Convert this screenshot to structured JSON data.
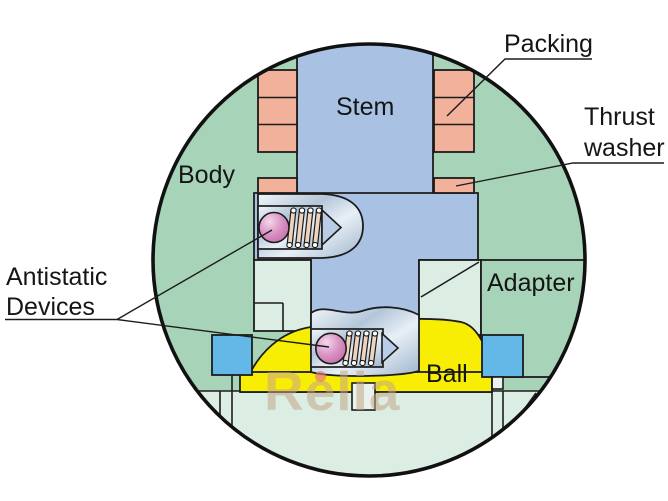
{
  "diagram": {
    "type": "ball-valve-cross-section-detail",
    "labels": {
      "stem": "Stem",
      "body": "Body",
      "packing": "Packing",
      "thrust_washer": "Thrust\nwasher",
      "antistatic_devices": "Antistatic\nDevices",
      "adapter": "Adapter",
      "ball": "Ball"
    },
    "watermark": {
      "text": "Relia"
    },
    "colors": {
      "body-green": "#a7d3b8",
      "pale-mint": "#dceee3",
      "stem-blue": "#a9c2e3",
      "packing-salmon": "#f2b19a",
      "seat-blue": "#63b8e8",
      "ball-yellow": "#f8ee04",
      "spring-tan": "#efd3bd",
      "device-pink": "#cf7ab5",
      "metal-silver": "#b3c6d9",
      "outline": "#1c1c1c",
      "watermark-tan": "rgba(197,166,138,0.55)",
      "watermark-dot": "#e4737f"
    }
  }
}
